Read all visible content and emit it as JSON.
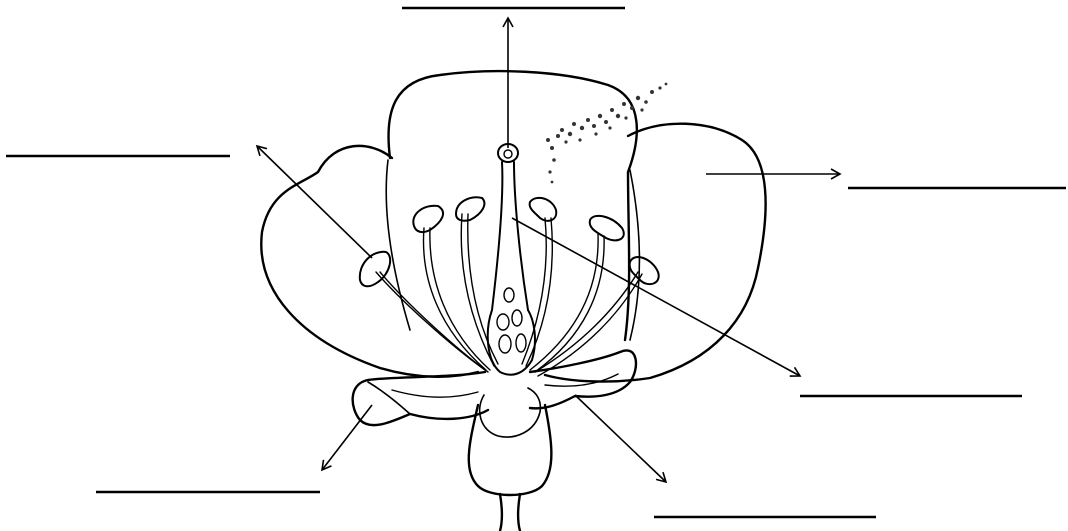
{
  "diagram": {
    "type": "labeled-flower-worksheet",
    "ink_color": "#000000",
    "background_color": "#ffffff",
    "answer_blanks": [
      {
        "id": "stigma",
        "text": ""
      },
      {
        "id": "anther",
        "text": ""
      },
      {
        "id": "petal",
        "text": ""
      },
      {
        "id": "filament",
        "text": ""
      },
      {
        "id": "sepal",
        "text": ""
      },
      {
        "id": "ovary",
        "text": ""
      }
    ]
  }
}
